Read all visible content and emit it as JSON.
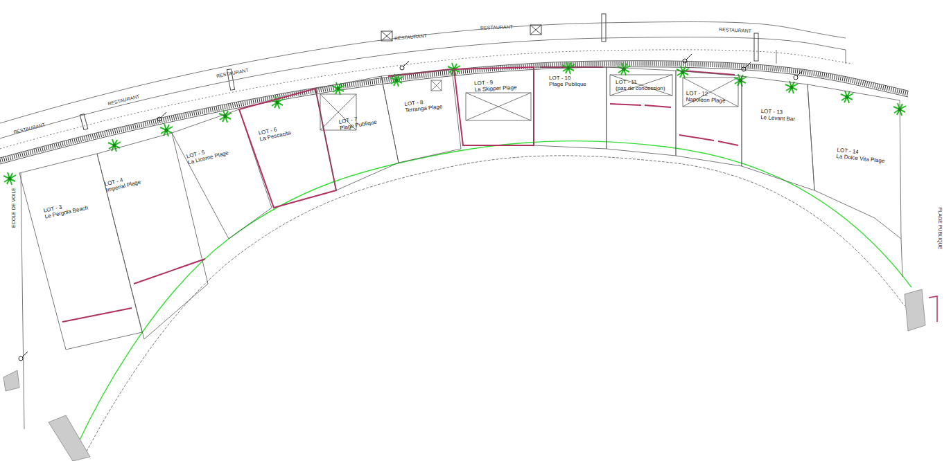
{
  "diagram": {
    "nodes": [
      {
        "text": [
          "LOT - 3",
          "Le Pergola Beach"
        ]
      },
      {
        "text": [
          "LOT - 4",
          "Imperial Plage"
        ]
      },
      {
        "text": [
          "LOT - 5",
          "La Licorne Plage"
        ]
      },
      {
        "text": [
          "LOT - 6",
          "La Pescacita"
        ]
      },
      {
        "text": [
          "LOT - 7",
          "Plage Publique"
        ]
      },
      {
        "text": [
          "LOT - 8",
          "Terranga Plage"
        ]
      },
      {
        "text": [
          "LOT - 9",
          "La Skipper Plage"
        ]
      },
      {
        "text": [
          "LOT - 10",
          "Plage Publique"
        ]
      },
      {
        "text": [
          "LOT - 11",
          "(pas de concession)"
        ]
      },
      {
        "text": [
          "LOT - 12",
          "Napoleon Plage"
        ]
      },
      {
        "text": [
          "LOT - 13",
          "Le Levant Bar"
        ]
      },
      {
        "text": [
          "LOT - 14",
          "La Dolce Vita Plage"
        ]
      }
    ],
    "labels": [
      "RESTAURANT",
      "RESTAURANT",
      "RESTAURANT",
      "RESTAURANT",
      "RESTAURANT",
      "RESTAURANT",
      "ECOLE DE VOILE",
      "PLAGE PUBLIQUE"
    ]
  }
}
